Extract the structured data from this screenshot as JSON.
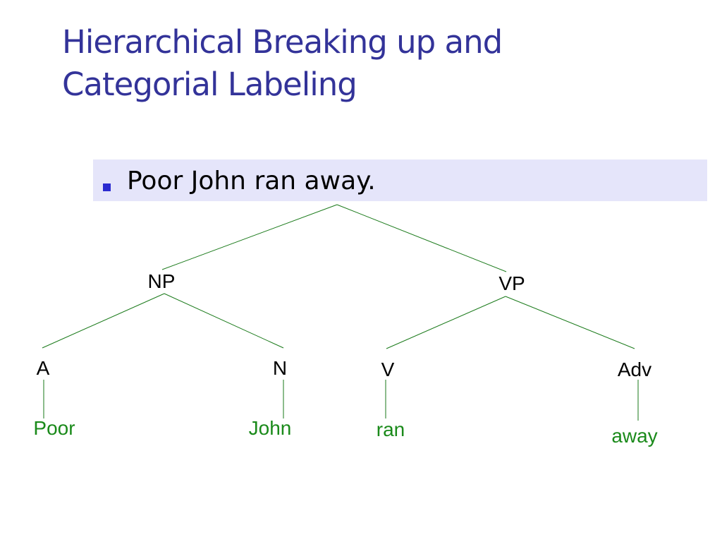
{
  "title": {
    "line1": "Hierarchical Breaking up and",
    "line2": "Categorial Labeling"
  },
  "bullet": {
    "text": "Poor John ran away."
  },
  "tree": {
    "categories": {
      "np": "NP",
      "vp": "VP",
      "a": "A",
      "n": "N",
      "v": "V",
      "adv": "Adv"
    },
    "words": {
      "poor": "Poor",
      "john": "John",
      "ran": "ran",
      "away": "away"
    }
  },
  "colors": {
    "title": "#333399",
    "bullet_background": "#e5e5fa",
    "bullet_marker": "#2b2bd0",
    "branch": "#1a7a1a",
    "word": "#1a8a1a"
  }
}
